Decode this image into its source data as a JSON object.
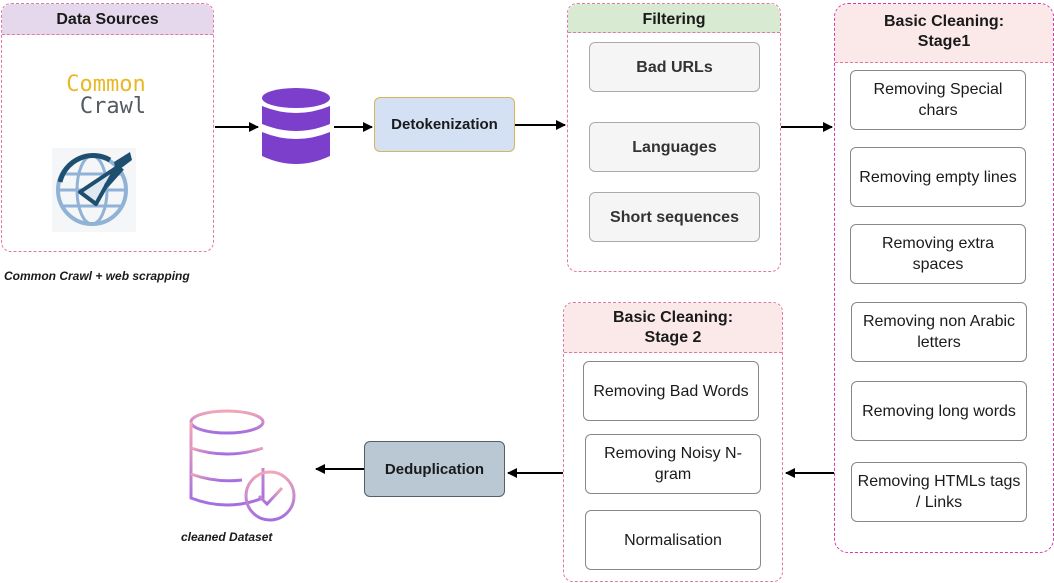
{
  "data_sources": {
    "title": "Data Sources",
    "logo_common": "Common",
    "logo_crawl": "Crawl",
    "caption": "Common Crawl +  web scrapping"
  },
  "detokenization": {
    "label": "Detokenization"
  },
  "filtering": {
    "title": "Filtering",
    "items": [
      "Bad URLs",
      "Languages",
      "Short sequences"
    ]
  },
  "stage1": {
    "title_line1": "Basic Cleaning:",
    "title_line2": "Stage1",
    "items": [
      "Removing Special chars",
      "Removing empty lines",
      "Removing extra spaces",
      "Removing non Arabic letters",
      "Removing long words",
      "Removing HTMLs tags / Links"
    ]
  },
  "stage2": {
    "title_line1": "Basic Cleaning:",
    "title_line2": "Stage 2",
    "items": [
      "Removing Bad Words",
      "Removing Noisy N-gram",
      "Normalisation"
    ]
  },
  "deduplication": {
    "label": "Deduplication"
  },
  "cleaned": {
    "caption": "cleaned Dataset"
  },
  "colors": {
    "group_border": "#e07aa0",
    "stage1_border": "#d63aa8",
    "data_sources_header": "#e6d8ec",
    "filtering_header": "#d9ead3",
    "stage_header": "#fbe9ea",
    "detok_fill": "#d4e1f4",
    "detok_border": "#d6b656",
    "dedup_fill": "#bac8d3",
    "database_purple": "#7b3fcc",
    "cleaned_icon": "#c77ad9"
  }
}
